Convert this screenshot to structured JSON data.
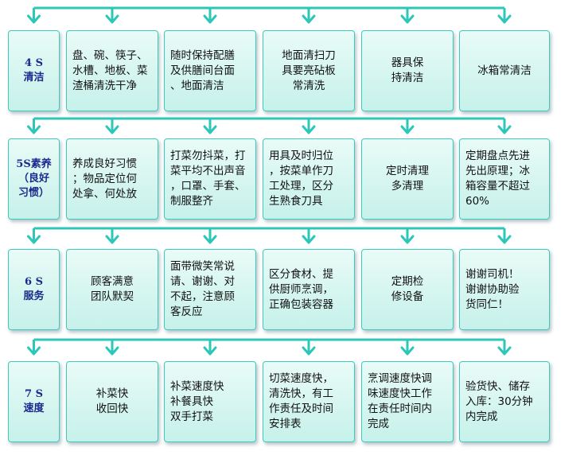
{
  "colors": {
    "connector": "#2cc7b8",
    "box_border": "#3fc9b9",
    "label_text": "#1a2a8c"
  },
  "rows": [
    {
      "label": "4 S\n清洁",
      "items": [
        "盘、碗、筷子、\n水槽、地板、菜\n渣桶清洗干净",
        "随时保持配膳\n及供膳间台面\n、地面清洁",
        "地面清扫刀\n具要亮砧板\n常清洗",
        "器具保\n持清洁",
        "冰箱常清洁"
      ]
    },
    {
      "label": "5S素养\n（良好\n习惯）",
      "items": [
        "养成良好习惯\n；物品定位何\n处拿、何处放",
        "打菜勿抖菜，打\n菜平均不出声音\n，口罩、手套、\n制服整齐",
        "用具及时归位\n，按菜单作刀\n工处理，区分\n生熟食刀具",
        "定时清理\n多清理",
        "定期盘点先进\n先出原理；冰\n箱容量不超过\n60%"
      ]
    },
    {
      "label": "6 S\n服务",
      "items": [
        "顾客满意\n团队默契",
        "面带微笑常说\n请、谢谢、对\n不起，注意顾\n客反应",
        "区分食材、提\n供厨师烹调，\n正确包装容器",
        "定期检\n修设备",
        "谢谢司机！\n谢谢协助验\n货同仁！"
      ]
    },
    {
      "label": "7 S\n速度",
      "items": [
        "补菜快\n收回快",
        "补菜速度快\n补餐具快\n双手打菜",
        "切菜速度快，\n清洗快，有工\n作责任及时间\n安排表",
        "烹调速度快调\n味速度快工作\n在责任时间内\n完成",
        "验货快、储存\n入库：30分钟\n内完成"
      ]
    }
  ]
}
